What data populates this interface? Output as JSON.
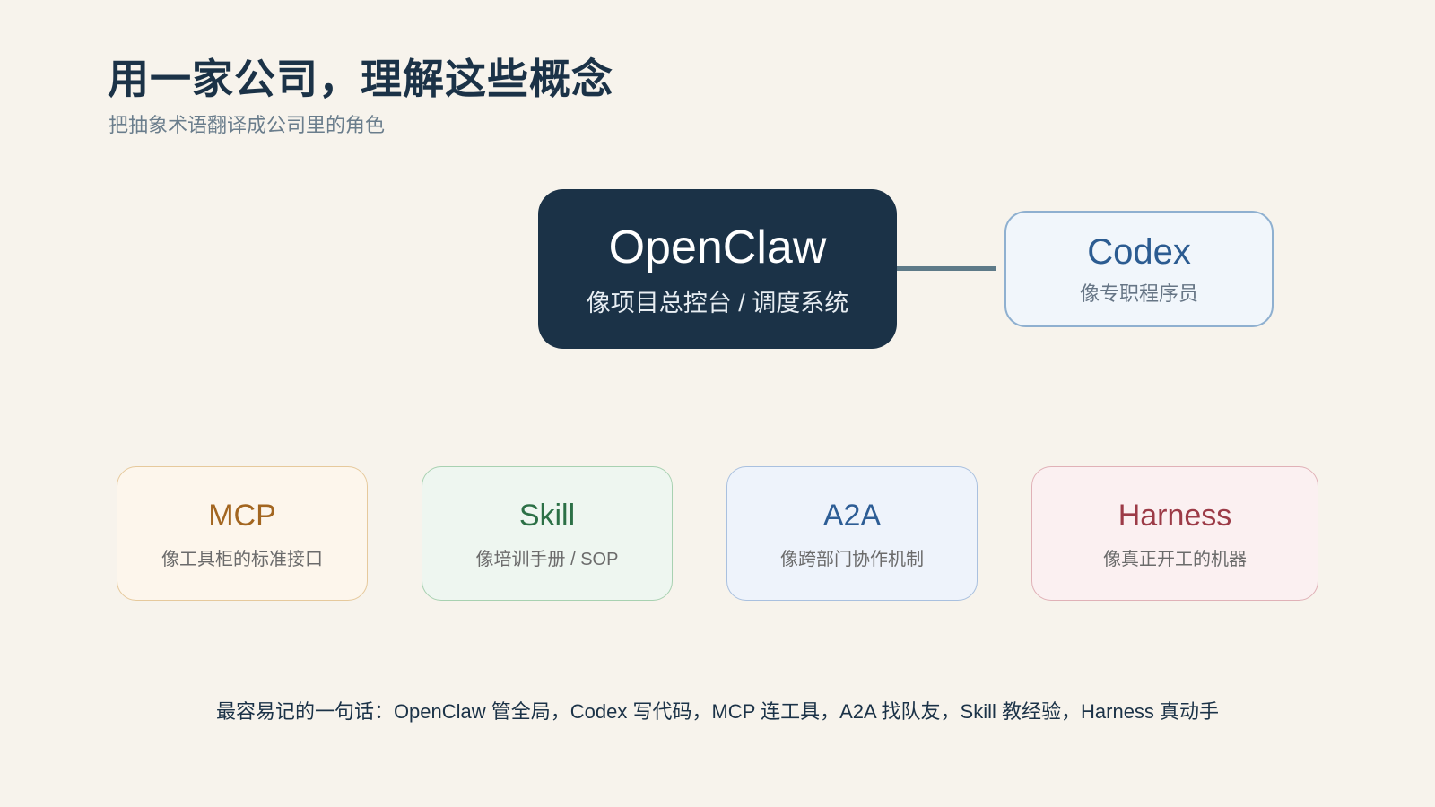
{
  "header": {
    "title": "用一家公司，理解这些概念",
    "subtitle": "把抽象术语翻译成公司里的角色"
  },
  "hub": {
    "name": "OpenClaw",
    "desc": "像项目总控台 / 调度系统"
  },
  "codex": {
    "name": "Codex",
    "desc": "像专职程序员"
  },
  "cards": [
    {
      "name": "MCP",
      "desc": "像工具柜的标准接口",
      "color": "#a36620"
    },
    {
      "name": "Skill",
      "desc": "像培训手册 / SOP",
      "color": "#2c7046"
    },
    {
      "name": "A2A",
      "desc": "像跨部门协作机制",
      "color": "#2d5d95"
    },
    {
      "name": "Harness",
      "desc": "像真正开工的机器",
      "color": "#9c3b47"
    }
  ],
  "footer": {
    "text": "最容易记的一句话：OpenClaw 管全局，Codex 写代码，MCP 连工具，A2A 找队友，Skill 教经验，Harness 真动手"
  },
  "colors": {
    "background": "#f7f3ec",
    "hub": "#1b3247",
    "connector": "#5e7a88"
  }
}
